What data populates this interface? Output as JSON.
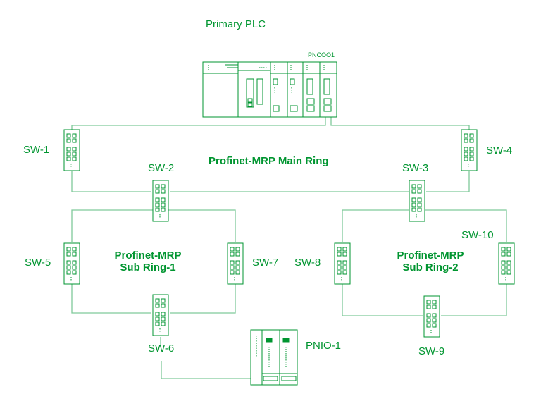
{
  "colors": {
    "accent": "#009530",
    "line": "#7fc99a",
    "background": "#ffffff"
  },
  "titles": {
    "primary_plc": "Primary PLC",
    "main_ring": "Profinet-MRP Main Ring",
    "sub_ring_1": [
      "Profinet-MRP",
      "Sub Ring-1"
    ],
    "sub_ring_2": [
      "Profinet-MRP",
      "Sub Ring-2"
    ]
  },
  "devices": {
    "plc_tag": "PNCOO1",
    "pnio": "PNIO-1"
  },
  "switches": [
    "SW-1",
    "SW-2",
    "SW-3",
    "SW-4",
    "SW-5",
    "SW-6",
    "SW-7",
    "SW-8",
    "SW-9",
    "SW-10"
  ]
}
